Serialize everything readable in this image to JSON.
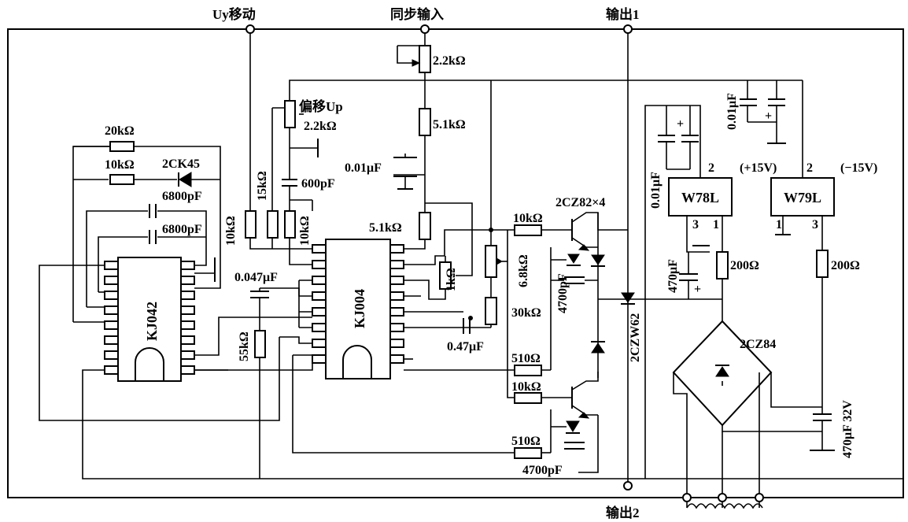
{
  "terminals": {
    "uy_shift": "Uy移动",
    "sync_input": "同步输入",
    "output1": "输出1",
    "output2": "输出2"
  },
  "ics": {
    "kj042": "KJ042",
    "kj004": "KJ004",
    "w78l": "W78L",
    "w79l": "W79L"
  },
  "regulator_pins": {
    "w78l_in": "2",
    "w78l_gnd": "3",
    "w78l_out": "1",
    "w79l_in": "2",
    "w79l_gnd": "1",
    "w79l_out": "3"
  },
  "supply": {
    "plus15": "(+15V)",
    "minus15": "(−15V)"
  },
  "components": {
    "r_20k": "20kΩ",
    "r_10k_top": "10kΩ",
    "d_2ck45": "2CK45",
    "c_6800_a": "6800pF",
    "c_6800_b": "6800pF",
    "r_15k": "15kΩ",
    "r_10k_left": "10kΩ",
    "r_10k_mid": "10kΩ",
    "pot_offset_label": "偏移Up",
    "pot_offset_val": "2.2kΩ",
    "c_600p": "600pF",
    "pot_sync": "2.2kΩ",
    "r_5k1_a": "5.1kΩ",
    "c_001_sync": "0.01μF",
    "r_5k1_b": "5.1kΩ",
    "c_0047": "0.047μF",
    "r_55k": "55kΩ",
    "r_1k": "1kΩ",
    "pot_6k8": "6.8kΩ",
    "c_047": "0.47μF",
    "r_30k": "30kΩ",
    "r_10k_q1": "10kΩ",
    "r_510_a": "510Ω",
    "r_10k_q2": "10kΩ",
    "r_510_b": "510Ω",
    "c_4700_a": "4700pF",
    "c_4700_b": "4700pF",
    "d_2cz82": "2CZ82×4",
    "d_2czw62": "2CZW62",
    "c_001_78": "0.01μF",
    "c_001_79": "0.01μF",
    "c_470u": "470μF",
    "r_200_a": "200Ω",
    "r_200_b": "200Ω",
    "bridge_2cz84": "2CZ84",
    "c_470u_32v": "470μF 32V"
  }
}
